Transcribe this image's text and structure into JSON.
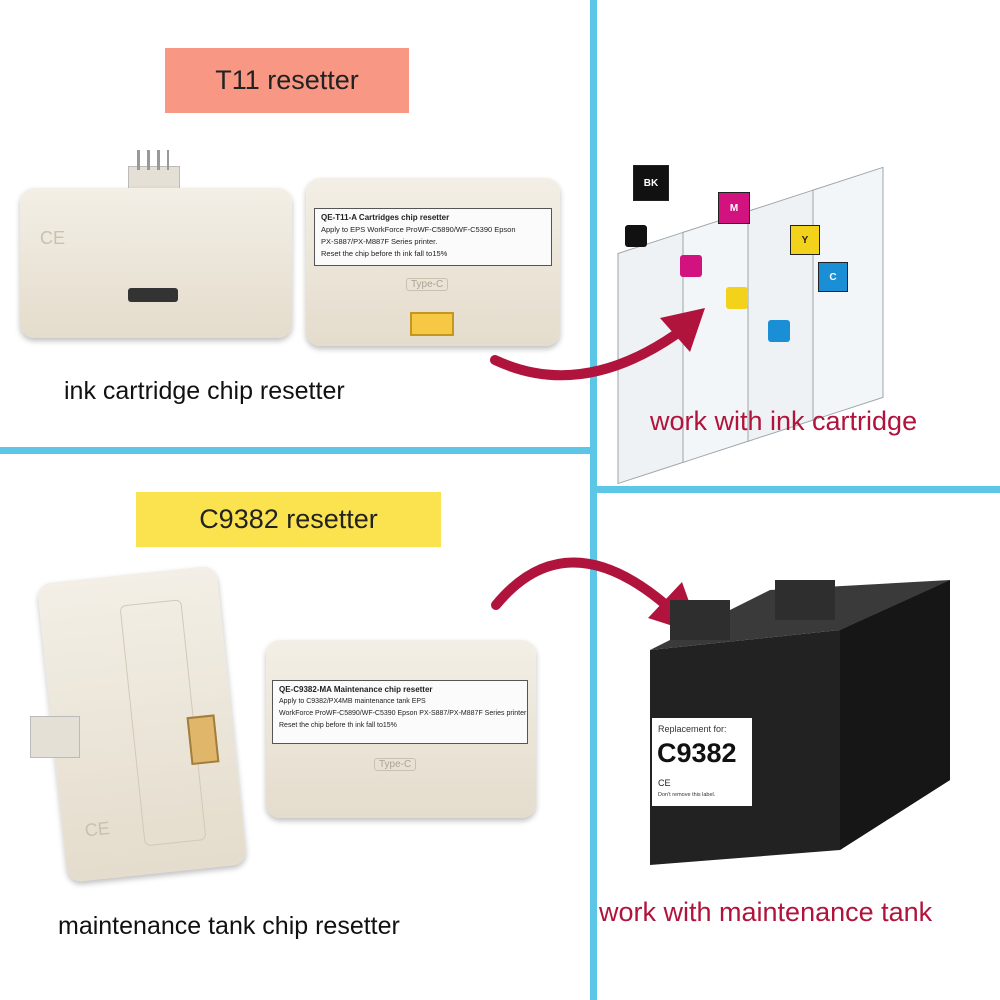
{
  "top_left": {
    "banner": "T11 resetter",
    "banner_color": "#f79784",
    "caption": "ink cartridge chip resetter",
    "device_stamp": "Type-C",
    "label": {
      "line1": "QE-T11-A Cartridges chip resetter",
      "line2": "Apply to EPS WorkForce ProWF-C5890/WF-C5390 Epson",
      "line3": "PX-S887/PX-M887F Series printer.",
      "line4": "Reset the chip before th ink fall to15%"
    }
  },
  "top_right": {
    "caption": "work with ink cartridge",
    "cartridge_labels": [
      "BK",
      "M",
      "Y",
      "C"
    ],
    "cartridge_colors": [
      "#111111",
      "#d1127f",
      "#f2d21b",
      "#1a8fd6"
    ]
  },
  "bottom_left": {
    "banner": "C9382 resetter",
    "banner_color": "#fbe34f",
    "caption": "maintenance tank chip resetter",
    "device_stamp": "Type-C",
    "label": {
      "line1": "QE-C9382-MA Maintenance chip resetter",
      "line2": "Apply to C9382/PX4MB maintenance tank EPS",
      "line3": "WorkForce ProWF-C5890/WF-C5390 Epson PX-S887/PX-M887F Series printer",
      "line4": "Reset the chip before th ink fall to15%"
    }
  },
  "bottom_right": {
    "caption": "work with maintenance tank",
    "tank_small": "Replacement for:",
    "tank_model": "C9382",
    "tank_marks": "CE",
    "tank_note": "Don't remove this label."
  },
  "colors": {
    "divider": "#5cc6e6",
    "arrow": "#b0143c",
    "caption_red": "#b0143c"
  }
}
